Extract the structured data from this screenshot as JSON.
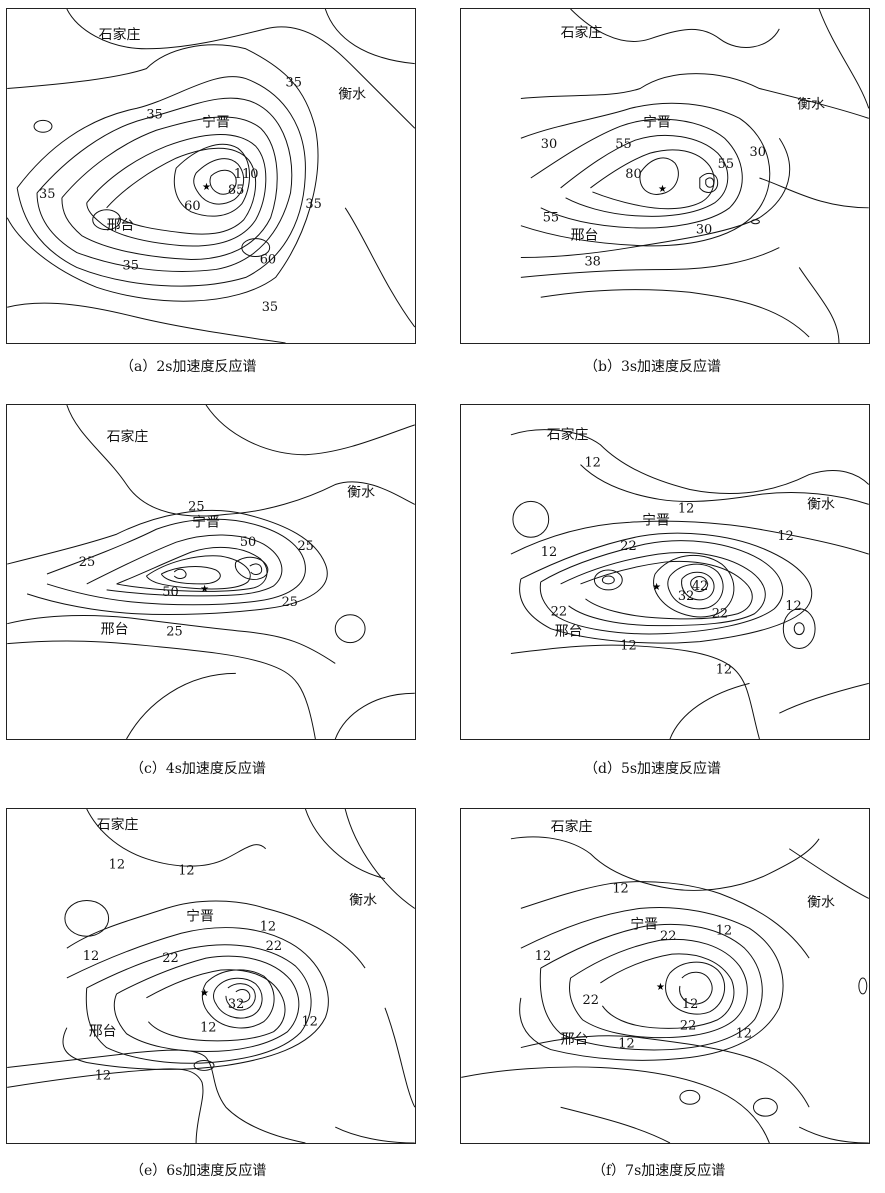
{
  "cities": {
    "shijiazhuang": "石家庄",
    "hengshui": "衡水",
    "ningjin": "宁晋",
    "xingtai": "邢台"
  },
  "panels": [
    {
      "id": "a",
      "caption": "（a）2s加速度反应谱",
      "labels": [
        "35",
        "35",
        "35",
        "110",
        "85",
        "60",
        "35",
        "60",
        "35",
        "35"
      ]
    },
    {
      "id": "b",
      "caption": "（b）3s加速度反应谱",
      "labels": [
        "30",
        "55",
        "80",
        "55",
        "30",
        "55",
        "30",
        "38"
      ]
    },
    {
      "id": "c",
      "caption": "（c）4s加速度反应谱",
      "labels": [
        "25",
        "50",
        "25",
        "25",
        "50",
        "25",
        "25"
      ]
    },
    {
      "id": "d",
      "caption": "（d）5s加速度反应谱",
      "labels": [
        "12",
        "12",
        "22",
        "12",
        "32",
        "42",
        "22",
        "12",
        "22",
        "12",
        "12",
        "12"
      ]
    },
    {
      "id": "e",
      "caption": "（e）6s加速度反应谱",
      "labels": [
        "12",
        "12",
        "12",
        "22",
        "12",
        "22",
        "32",
        "12",
        "12",
        "12"
      ]
    },
    {
      "id": "f",
      "caption": "（f）7s加速度反应谱",
      "labels": [
        "12",
        "12",
        "22",
        "12",
        "22",
        "12",
        "22",
        "12",
        "12"
      ]
    }
  ]
}
